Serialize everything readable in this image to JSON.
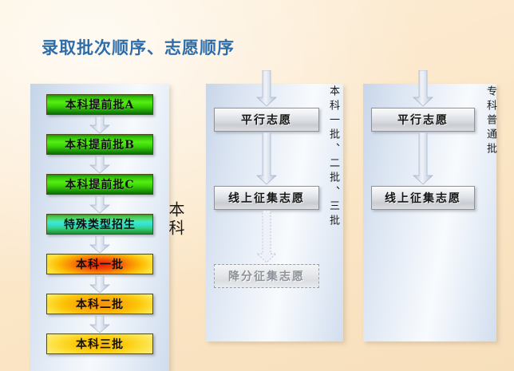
{
  "slide": {
    "title": "录取批次顺序、志愿顺序",
    "title_color": "#2e6da8",
    "background_color": "#fbe6c6"
  },
  "left_column": {
    "side_label": "本科",
    "boxes": [
      {
        "label": "本科提前批A",
        "style": "green"
      },
      {
        "label": "本科提前批B",
        "style": "green"
      },
      {
        "label": "本科提前批C",
        "style": "green"
      },
      {
        "label": "特殊类型招生",
        "style": "cyan"
      },
      {
        "label": "本科一批",
        "style": "yellow-red"
      },
      {
        "label": "本科二批",
        "style": "yellow-orange"
      },
      {
        "label": "本科三批",
        "style": "yellow"
      }
    ]
  },
  "middle_column": {
    "side_label": "本科一批、二批、三批",
    "boxes": [
      {
        "label": "平行志愿",
        "style": "silver"
      },
      {
        "label": "线上征集志愿",
        "style": "silver"
      },
      {
        "label": "降分征集志愿",
        "style": "silver-dashed"
      }
    ]
  },
  "right_column": {
    "side_label": "专科普通批",
    "boxes": [
      {
        "label": "平行志愿",
        "style": "silver"
      },
      {
        "label": "线上征集志愿",
        "style": "silver"
      }
    ]
  },
  "colors": {
    "green": "#35c408",
    "cyan": "#2fe0e0",
    "red": "#e81b08",
    "yellow": "#fde23a",
    "silver": "#dcdfe3",
    "arrow": "#d3dae6",
    "panel": "#e4ecf6"
  }
}
